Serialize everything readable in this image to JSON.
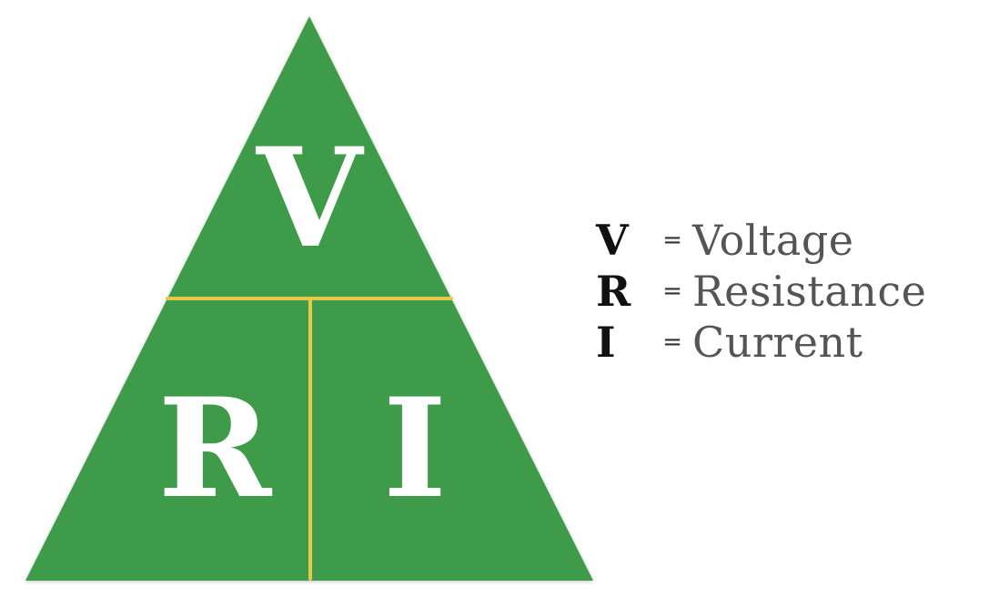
{
  "triangle": {
    "top_letter": "V",
    "bottom_left_letter": "R",
    "bottom_right_letter": "I",
    "fill_color": "#3d9b48",
    "divider_color": "#e8c84a"
  },
  "legend": [
    {
      "symbol": "V",
      "equals": "=",
      "term": "Voltage"
    },
    {
      "symbol": "R",
      "equals": "=",
      "term": "Resistance"
    },
    {
      "symbol": "I",
      "equals": "=",
      "term": "Current"
    }
  ]
}
